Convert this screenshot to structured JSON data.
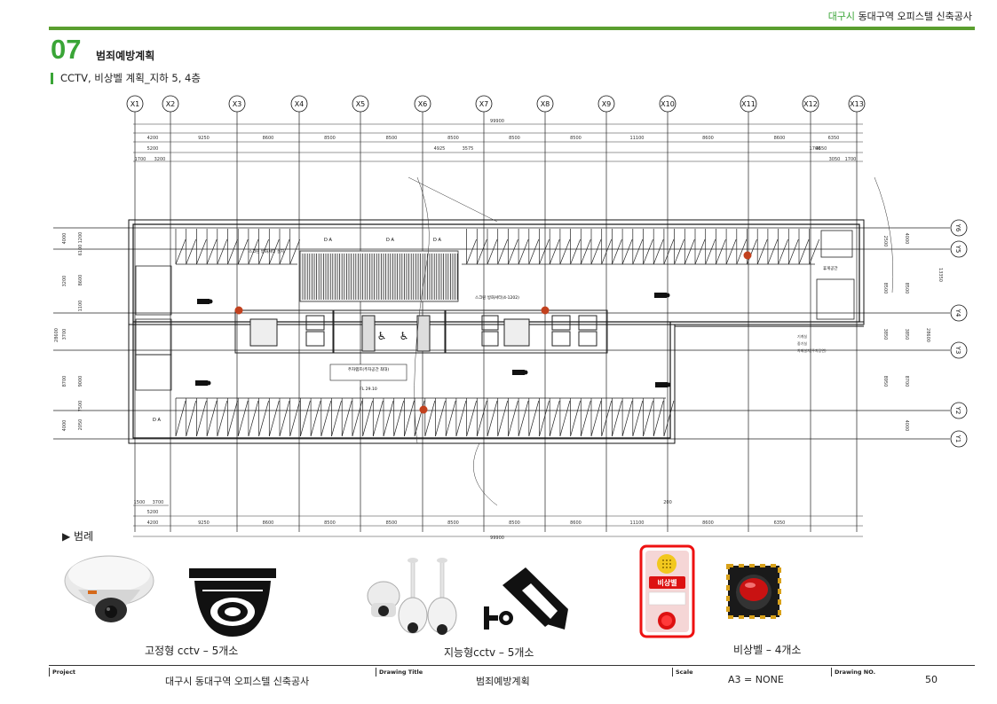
{
  "header": {
    "city": "대구시",
    "project": "동대구역 오피스텔 신축공사"
  },
  "section": {
    "number": "07",
    "title": "범죄예방계획"
  },
  "subtitle": "CCTV, 비상벨 계획_지하 5, 4층",
  "grid": {
    "x_labels": [
      "X1",
      "X2",
      "X3",
      "X4",
      "X5",
      "X6",
      "X7",
      "X8",
      "X9",
      "X10",
      "X11",
      "X12",
      "X13"
    ],
    "y_labels": [
      "Y6",
      "Y5",
      "Y4",
      "Y3",
      "Y2",
      "Y1"
    ]
  },
  "dimensions": {
    "overall": "99900",
    "top_row": [
      "4200",
      "9250",
      "8600",
      "8500",
      "8500",
      "8500",
      "8500",
      "8500",
      "11100",
      "8600",
      "8600",
      "6350"
    ],
    "top_sub": [
      "5200",
      "4925",
      "3575",
      "1700",
      "4650"
    ],
    "top_sub2": [
      "1700",
      "3200",
      "3050",
      "1700"
    ],
    "bottom_row": [
      "4200",
      "9250",
      "8600",
      "8500",
      "8500",
      "8500",
      "8500",
      "8600",
      "11100",
      "8600",
      "6350"
    ],
    "bottom_sub": [
      "1500",
      "3700",
      "5200",
      "200"
    ],
    "left_col": [
      "4000",
      "3200",
      "3700",
      "8700",
      "4000"
    ],
    "left_col2": [
      "1200",
      "6100",
      "8600",
      "1100",
      "9000",
      "7500",
      "2050"
    ],
    "left_total": "28600",
    "right_col": [
      "4000",
      "8500",
      "3850",
      "8700",
      "4000"
    ],
    "right_total": "28600",
    "right_col2": [
      "2500",
      "8500",
      "3850",
      "8950"
    ],
    "right_total2": "13350"
  },
  "plan_notes": {
    "note_a": "스크린 방화셔터 설치",
    "note_b": "스크린 방화셔터(4-1202)",
    "note_c": "주차램프(주차공간 최대)",
    "note_d": "기계실 / 전기실",
    "note_e": "FL 29.10",
    "legend_small": [
      "기계실",
      "중기실",
      "차폐설치(주차장면)"
    ],
    "room": "휴게공간",
    "da": "D A"
  },
  "legend": {
    "title": "▶ 범례",
    "fixed_cctv": "고정형 cctv – 5개소",
    "smart_cctv": "지능형cctv – 5개소",
    "bell": "비상벨 – 4개소",
    "bell_sign": "비상벨"
  },
  "footer": {
    "project_label": "Project",
    "project_value": "대구시 동대구역 오피스텔 신축공사",
    "title_label": "Drawing Title",
    "title_value": "범죄예방계획",
    "scale_label": "Scale",
    "scale_value": "A3 = NONE",
    "no_label": "Drawing NO.",
    "no_value": "50"
  },
  "colors": {
    "accent": "#3aa537",
    "rule": "#5a9e2f",
    "bell_marker": "#c2411e"
  }
}
